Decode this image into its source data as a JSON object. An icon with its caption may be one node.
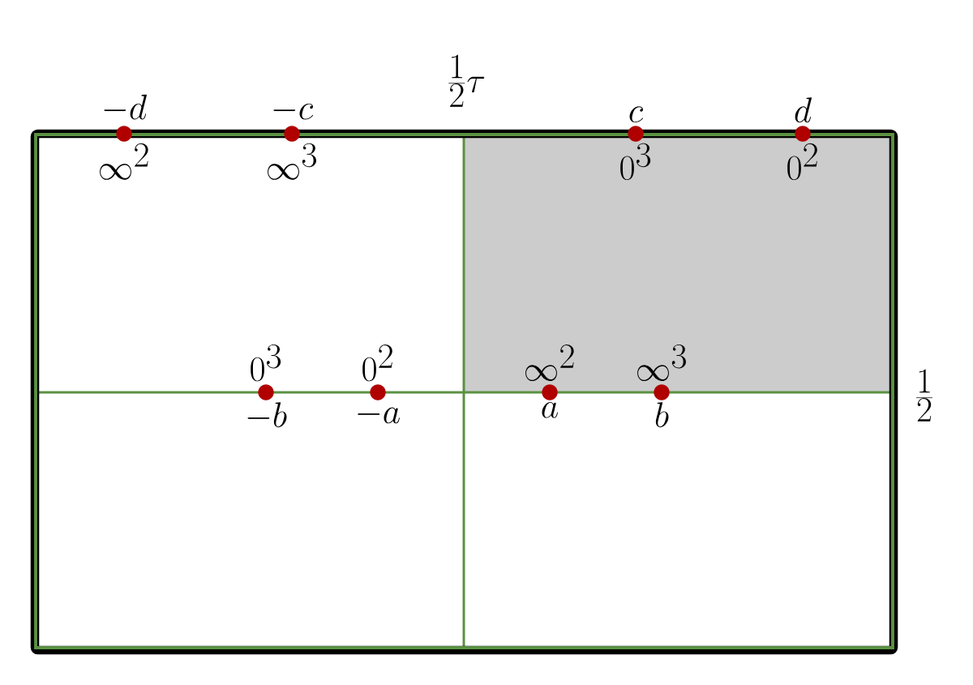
{
  "diagram": {
    "nodes": [
      {
        "text": [],
        "shape": "circle",
        "beside": [
          "-d",
          "\\infty^2"
        ]
      },
      {
        "text": [],
        "shape": "circle",
        "beside": [
          "-c",
          "\\infty^3"
        ]
      },
      {
        "text": [],
        "shape": "circle",
        "beside": [
          "c",
          "0^3"
        ]
      },
      {
        "text": [],
        "shape": "circle",
        "beside": [
          "d",
          "0^2"
        ]
      },
      {
        "text": [],
        "shape": "circle",
        "beside": [
          "0^3",
          "-b"
        ]
      },
      {
        "text": [],
        "shape": "circle",
        "beside": [
          "0^2",
          "-a"
        ]
      },
      {
        "text": [],
        "shape": "circle",
        "beside": [
          "\\infty^2",
          "a"
        ]
      },
      {
        "text": [],
        "shape": "circle",
        "beside": [
          "\\infty^3",
          "b"
        ]
      }
    ],
    "labels": [
      "\\frac{1}{2}\\tau",
      "\\frac{1}{2}"
    ]
  }
}
